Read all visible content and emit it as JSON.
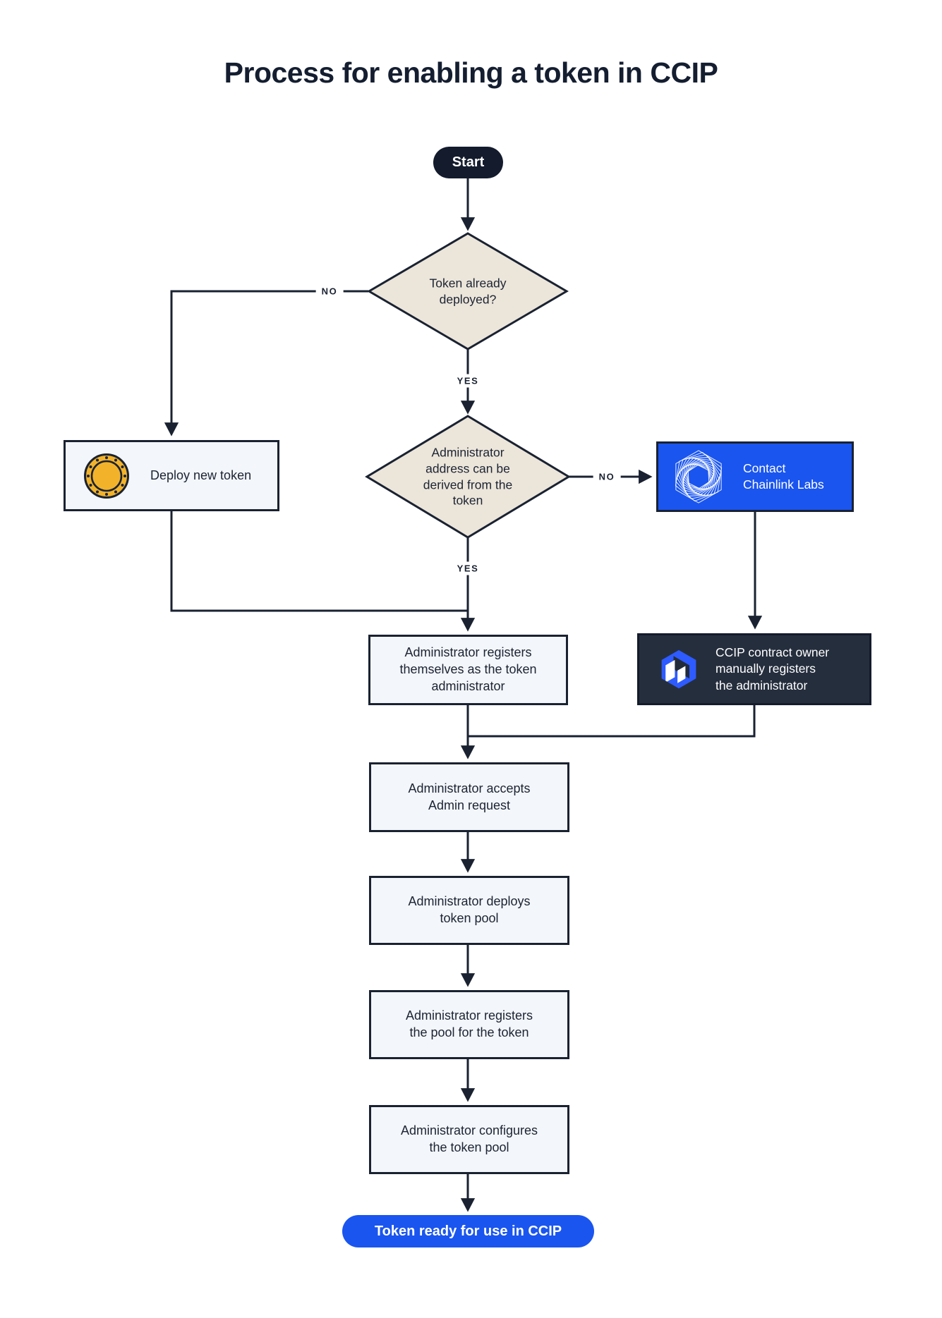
{
  "title": "Process for enabling a token in CCIP",
  "colors": {
    "accent_blue": "#1a55ef",
    "line_dark": "#1a2231",
    "diamond_beige": "#ece5da",
    "box_light": "#f3f6fa",
    "box_dark": "#252e3d",
    "coin_gold": "#f2b32b"
  },
  "flow": {
    "start": "Start",
    "decision_token_deployed": "Token already\ndeployed?",
    "decision_admin_address": "Administrator\naddress can be\nderived from the\ntoken",
    "labels": {
      "no1": "NO",
      "yes1": "YES",
      "no2": "NO",
      "yes2": "YES"
    },
    "deploy_new_token": "Deploy new token",
    "contact_chainlink": "Contact\nChainlink Labs",
    "ccip_owner_registers": "CCIP contract owner\nmanually registers\nthe administrator",
    "admin_registers": "Administrator registers\nthemselves as the token\nadministrator",
    "admin_accepts": "Administrator accepts\nAdmin request",
    "admin_deploys": "Administrator deploys\ntoken pool",
    "admin_registers_pool": "Administrator registers\nthe pool for the token",
    "admin_configures": "Administrator configures\nthe token pool",
    "token_ready": "Token ready for use in CCIP"
  },
  "icons": {
    "coin": "coin-icon",
    "chainlink_spiral": "chainlink-spiral-icon",
    "ccip_logo": "ccip-logo-icon"
  }
}
